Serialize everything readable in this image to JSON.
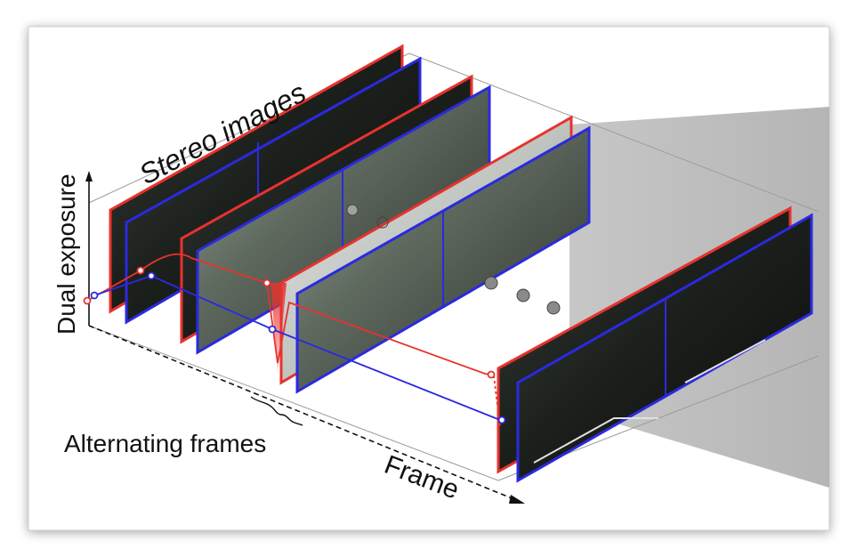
{
  "labels": {
    "stereo_images": "Stereo images",
    "dual_exposure": "Dual exposure",
    "alternating_frames": "Alternating frames",
    "frame": "Frame"
  },
  "colors": {
    "red": "#e8322e",
    "blue": "#2a2ae0",
    "card_border": "#bdbdbd",
    "shadow": "#9a9a9a",
    "dot": "#8a8a8a"
  }
}
